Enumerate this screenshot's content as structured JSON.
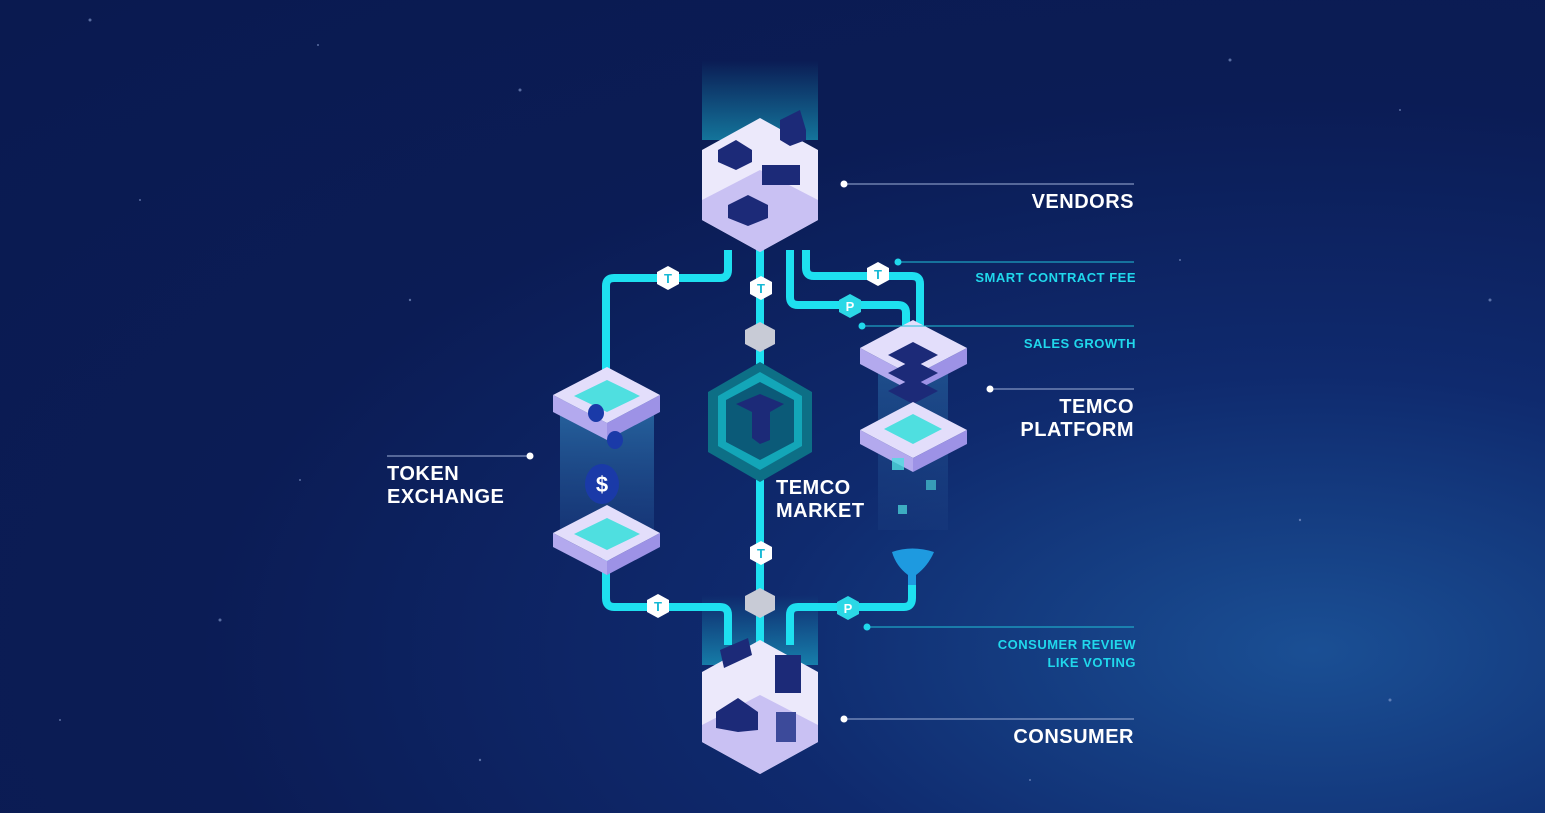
{
  "labels": {
    "vendors": "VENDORS",
    "smart_contract_fee": "SMART CONTRACT FEE",
    "sales_growth": "SALES GROWTH",
    "temco_platform": [
      "TEMCO",
      "PLATFORM"
    ],
    "token_exchange": [
      "TOKEN",
      "EXCHANGE"
    ],
    "temco_market": [
      "TEMCO",
      "MARKET"
    ],
    "consumer_review": [
      "CONSUMER REVIEW",
      "LIKE VOTING"
    ],
    "consumer": "CONSUMER"
  },
  "tokens": {
    "t": "T",
    "p": "P"
  },
  "colors": {
    "background": "#0b1c55",
    "pipe": "#1ee0f0",
    "label_accent": "#20d8ec",
    "hex_top": "#ece9fb",
    "hex_side": "#b3a9ee"
  }
}
